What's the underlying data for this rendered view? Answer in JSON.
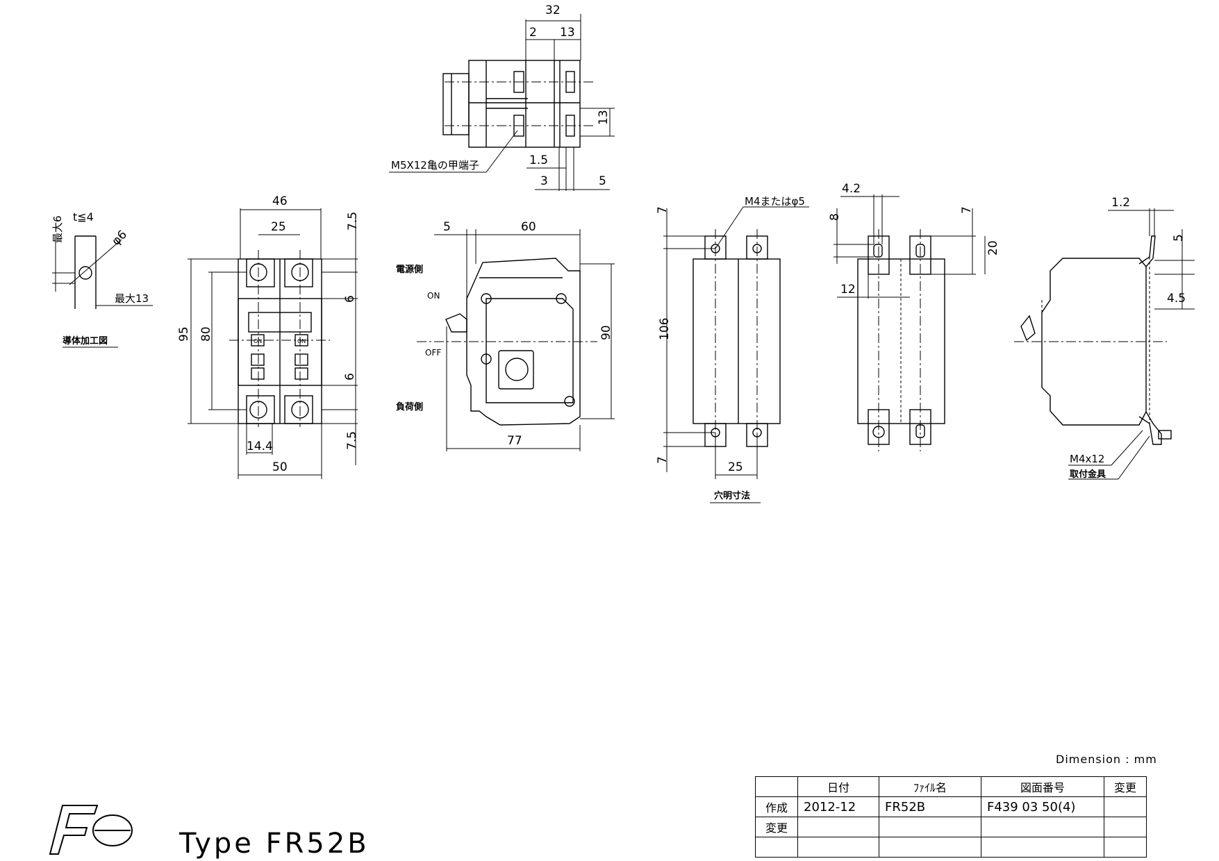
{
  "drawing": {
    "side_view_top": {
      "dims": [
        "32",
        "2",
        "13",
        "13",
        "1.5",
        "3",
        "5"
      ],
      "terminal_label": "M5X12亀の甲端子"
    },
    "conductor_detail": {
      "thickness": "t≦4",
      "max_width": "最大6",
      "hole": "φ6",
      "max_length": "最大13",
      "caption": "導体加工図"
    },
    "front_view": {
      "dims": [
        "46",
        "25",
        "95",
        "80",
        "7.5",
        "6",
        "6",
        "7.5",
        "14.4",
        "50"
      ],
      "on_marks": [
        "ON",
        "ON"
      ]
    },
    "side_view": {
      "dims": [
        "5",
        "60",
        "90",
        "77"
      ],
      "supply_side": "電源側",
      "on": "ON",
      "off": "OFF",
      "load_side": "負荷側"
    },
    "mounting_view": {
      "dims": [
        "7",
        "106",
        "7",
        "25"
      ],
      "hole_label": "M4またはφ5",
      "caption": "穴明寸法"
    },
    "rear_view": {
      "dims": [
        "4.2",
        "8",
        "7",
        "20",
        "12"
      ]
    },
    "right_side_view": {
      "dims": [
        "1.2",
        "5",
        "4.5"
      ],
      "screw_label": "M4x12",
      "bracket_label": "取付金具"
    }
  },
  "dimension_note": "Dimension : mm",
  "title_block": {
    "headers": [
      "",
      "日付",
      "ﾌｧｲﾙ名",
      "図面番号",
      "変更"
    ],
    "rows": [
      [
        "作成",
        "2012-12",
        "FR52B",
        "F439 03 50(4)",
        ""
      ],
      [
        "変更",
        "",
        "",
        "",
        ""
      ],
      [
        "",
        "",
        "",
        "",
        ""
      ]
    ]
  },
  "brand": {
    "logo": "Fe"
  },
  "type_label": "Type FR52B"
}
